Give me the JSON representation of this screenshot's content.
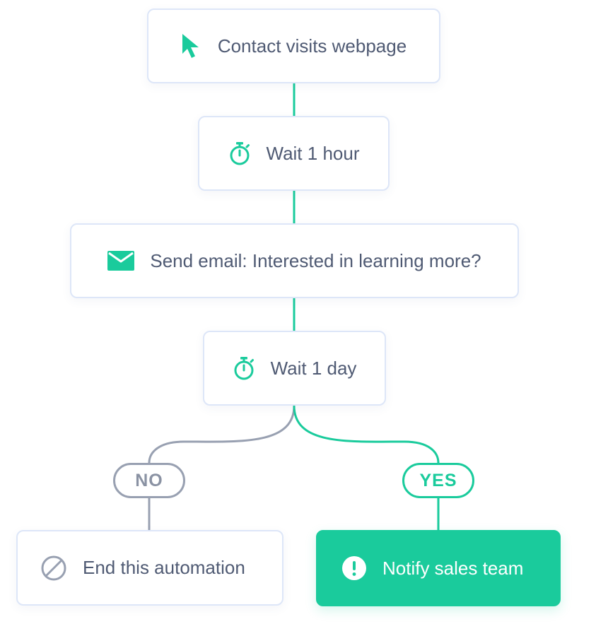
{
  "colors": {
    "accent": "#1acb9c",
    "text": "#4f5a73",
    "border": "#dde6f8",
    "neutral": "#98a0b1"
  },
  "steps": {
    "visit": {
      "label": "Contact visits webpage",
      "icon": "cursor-icon"
    },
    "wait1": {
      "label": "Wait 1 hour",
      "icon": "stopwatch-icon"
    },
    "email": {
      "label": "Send email: Interested in learning more?",
      "icon": "envelope-icon"
    },
    "wait2": {
      "label": "Wait 1 day",
      "icon": "stopwatch-icon"
    }
  },
  "branches": {
    "no": {
      "label": "NO"
    },
    "yes": {
      "label": "YES"
    }
  },
  "outcomes": {
    "end": {
      "label": "End this automation",
      "icon": "prohibited-icon"
    },
    "notify": {
      "label": "Notify sales team",
      "icon": "alert-icon"
    }
  }
}
